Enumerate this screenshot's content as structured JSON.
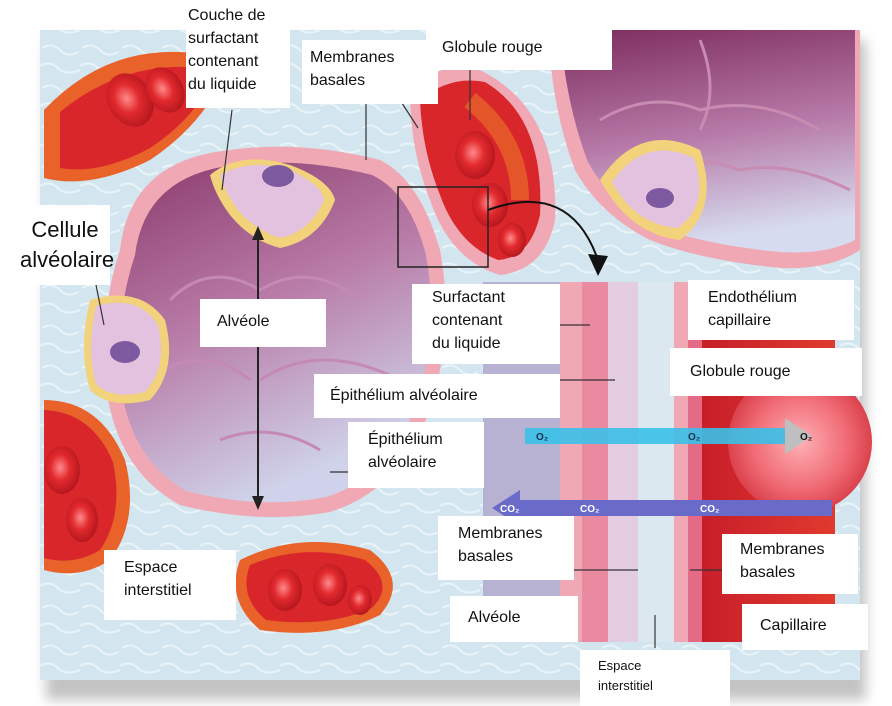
{
  "labels": {
    "surfactant_layer": [
      "Couche de",
      "surfactant",
      "contenant",
      "du liquide"
    ],
    "membranes_top": [
      "Membranes",
      "basales"
    ],
    "red_cell_top": "Globule rouge",
    "alveolar_cell": [
      "Cellule",
      "alvéolaire"
    ],
    "alveole_left": "Alvéole",
    "surfactant_inset": [
      "Surfactant",
      "contenant",
      "du liquide"
    ],
    "endothelium": [
      "Endothélium",
      "capillaire"
    ],
    "red_cell_right": "Globule rouge",
    "epithelium_inset": "Épithélium alvéolaire",
    "epithelium_left": [
      "Épithélium",
      "alvéolaire"
    ],
    "membranes_mid": [
      "Membranes",
      "basales"
    ],
    "membranes_right": [
      "Membranes",
      "basales"
    ],
    "interstitial_left": [
      "Espace",
      "interstitiel"
    ],
    "alveole_bottom": "Alvéole",
    "capillary": "Capillaire",
    "interstitial_bottom": [
      "Espace",
      "interstitiel"
    ]
  },
  "gases": {
    "o2_a": "O₂",
    "o2_b": "O₂",
    "o2_c": "O₂",
    "co2_a": "CO₂",
    "co2_b": "CO₂",
    "co2_c": "CO₂"
  },
  "colors": {
    "background": "#cfe4ee",
    "alveolus_fill": "#a05a86",
    "membrane_pink": "#f0a8b4",
    "capillary_red": "#d8262b",
    "capillary_orange": "#e8622a",
    "red_cell": "#e23a3a",
    "o2_arrow": "#3ac0e8",
    "co2_arrow": "#6a6ac8",
    "surfactant_yellow": "#f2d27a"
  }
}
